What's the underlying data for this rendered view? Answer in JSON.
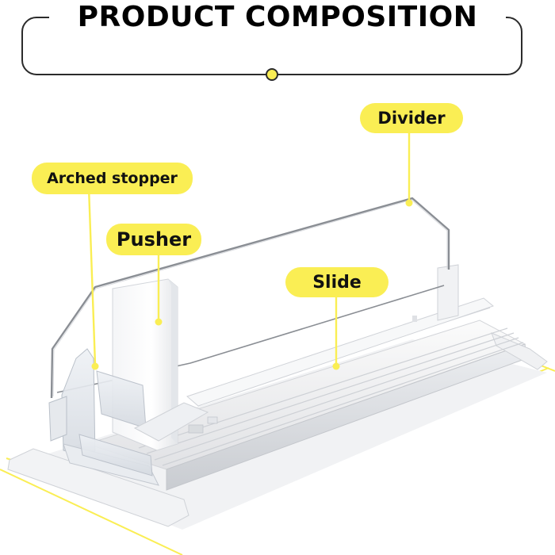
{
  "header": {
    "title": "PRODUCT COMPOSITION"
  },
  "labels": {
    "divider": "Divider",
    "arched_stopper": "Arched stopper",
    "pusher": "Pusher",
    "slide": "Slide"
  },
  "colors": {
    "accent": "#FAEE54",
    "frame_line": "#2b2b2b",
    "text": "#111111"
  }
}
